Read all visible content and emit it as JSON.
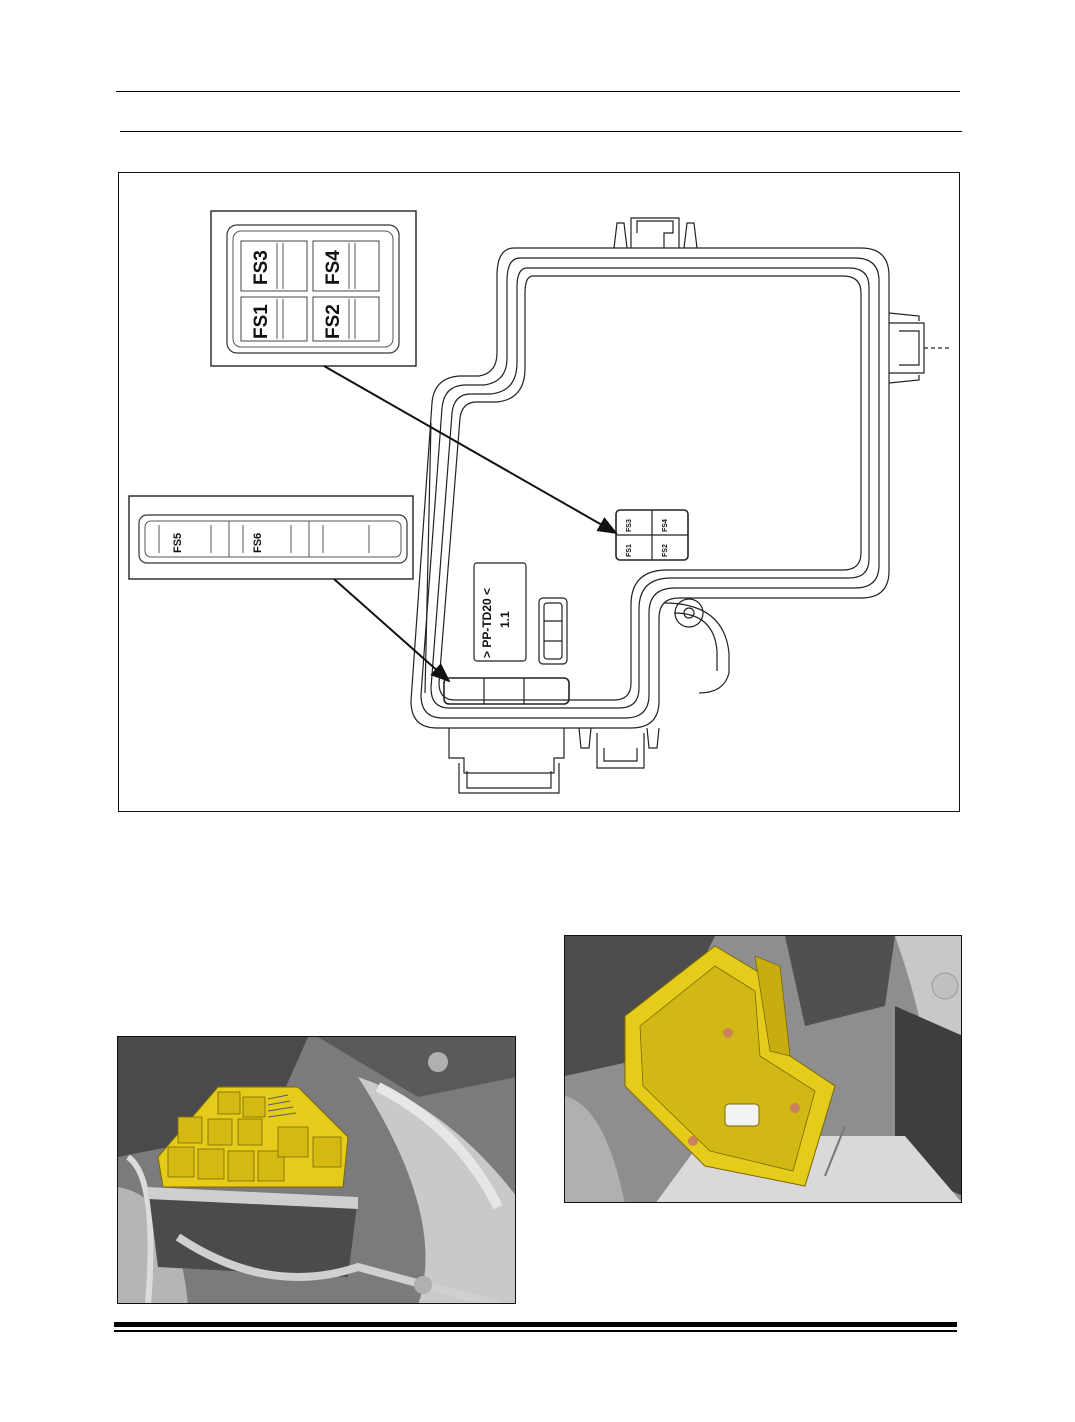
{
  "diagram": {
    "zoom_top_labels": [
      "FS3",
      "FS4",
      "FS1",
      "FS2"
    ],
    "zoom_bottom_labels": [
      "FS5",
      "FS6"
    ],
    "housing_marking": {
      "line1": "> PP-TD20 <",
      "line2": "1.1"
    },
    "small_labels": [
      "FS3",
      "FS4",
      "FS1",
      "FS2"
    ]
  },
  "colors": {
    "component_yellow": "#e6cc1a",
    "component_yellow_dark": "#b89d10",
    "line": "#111111"
  }
}
